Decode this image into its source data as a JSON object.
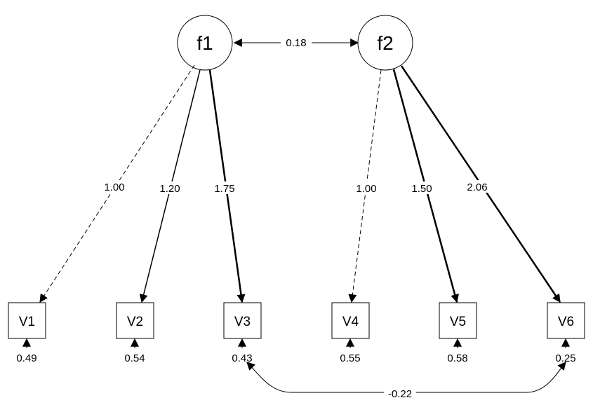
{
  "factors": [
    {
      "id": "f1",
      "label": "f1"
    },
    {
      "id": "f2",
      "label": "f2"
    }
  ],
  "factor_covariance": {
    "between": [
      "f1",
      "f2"
    ],
    "value": "0.18"
  },
  "variables": [
    {
      "id": "V1",
      "label": "V1",
      "error_variance": "0.49"
    },
    {
      "id": "V2",
      "label": "V2",
      "error_variance": "0.54"
    },
    {
      "id": "V3",
      "label": "V3",
      "error_variance": "0.43"
    },
    {
      "id": "V4",
      "label": "V4",
      "error_variance": "0.55"
    },
    {
      "id": "V5",
      "label": "V5",
      "error_variance": "0.58"
    },
    {
      "id": "V6",
      "label": "V6",
      "error_variance": "0.25"
    }
  ],
  "loadings": [
    {
      "from": "f1",
      "to": "V1",
      "value": "1.00",
      "fixed": true
    },
    {
      "from": "f1",
      "to": "V2",
      "value": "1.20",
      "fixed": false
    },
    {
      "from": "f1",
      "to": "V3",
      "value": "1.75",
      "fixed": false
    },
    {
      "from": "f2",
      "to": "V4",
      "value": "1.00",
      "fixed": true
    },
    {
      "from": "f2",
      "to": "V5",
      "value": "1.50",
      "fixed": false
    },
    {
      "from": "f2",
      "to": "V6",
      "value": "2.06",
      "fixed": false
    }
  ],
  "error_covariance": {
    "between": [
      "V3",
      "V6"
    ],
    "value": "-0.22"
  }
}
